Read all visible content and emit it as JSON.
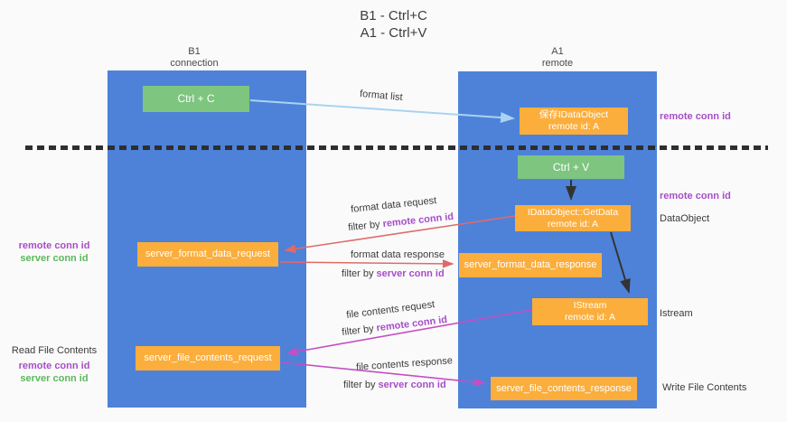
{
  "title": {
    "line1": "B1 - Ctrl+C",
    "line2": "A1 - Ctrl+V"
  },
  "lanes": {
    "left": {
      "title": "B1",
      "subtitle": "connection"
    },
    "right": {
      "title": "A1",
      "subtitle": "remote"
    }
  },
  "nodes": {
    "ctrl_c": {
      "label": "Ctrl + C"
    },
    "save_dataobject": {
      "line1": "保存IDataObject",
      "line2": "remote id: A"
    },
    "ctrl_v": {
      "label": "Ctrl + V"
    },
    "getdata": {
      "line1": "IDataObject::GetData",
      "line2": "remote id: A"
    },
    "istream": {
      "line1": "IStream",
      "line2": "remote id: A"
    },
    "server_format_data_request": {
      "label": "server_format_data_request"
    },
    "server_format_data_response": {
      "label": "server_format_data_response"
    },
    "server_file_contents_request": {
      "label": "server_file_contents_request"
    },
    "server_file_contents_response": {
      "label": "server_file_contents_response"
    }
  },
  "edge_labels": {
    "format_list": "format list",
    "format_data_request": "format data request",
    "format_data_request_filter_prefix": "filter by ",
    "format_data_request_filter_value": "remote conn id",
    "format_data_response": "format data response",
    "format_data_response_filter_prefix": "filter by ",
    "format_data_response_filter_value": "server conn id",
    "file_contents_request": "file contents request",
    "file_contents_request_filter_prefix": "filter by ",
    "file_contents_request_filter_value": "remote conn id",
    "file_contents_response": "file contents response",
    "file_contents_response_filter_prefix": "filter by ",
    "file_contents_response_filter_value": "server conn id"
  },
  "annotations": {
    "right_top_conn_id": "remote conn id",
    "right_mid_conn_id": "remote conn id",
    "dataobject": "DataObject",
    "istream": "Istream",
    "write_file_contents": "Write File Contents",
    "left_mid_remote": "remote conn id",
    "left_mid_server": "server conn id",
    "read_file_contents": "Read File Contents",
    "left_bottom_remote": "remote conn id",
    "left_bottom_server": "server conn id"
  },
  "colors": {
    "lane_blue": "#4E82D8",
    "box_orange": "#FBAE3C",
    "box_green": "#7EC57F",
    "arrow_red": "#E06A6A",
    "arrow_magenta": "#C44FC4",
    "arrow_lightblue": "#A9D3F0",
    "arrow_black": "#333333",
    "text_purple": "#A74EC8",
    "text_green": "#5CB85C",
    "background": "#FAFAFA"
  }
}
